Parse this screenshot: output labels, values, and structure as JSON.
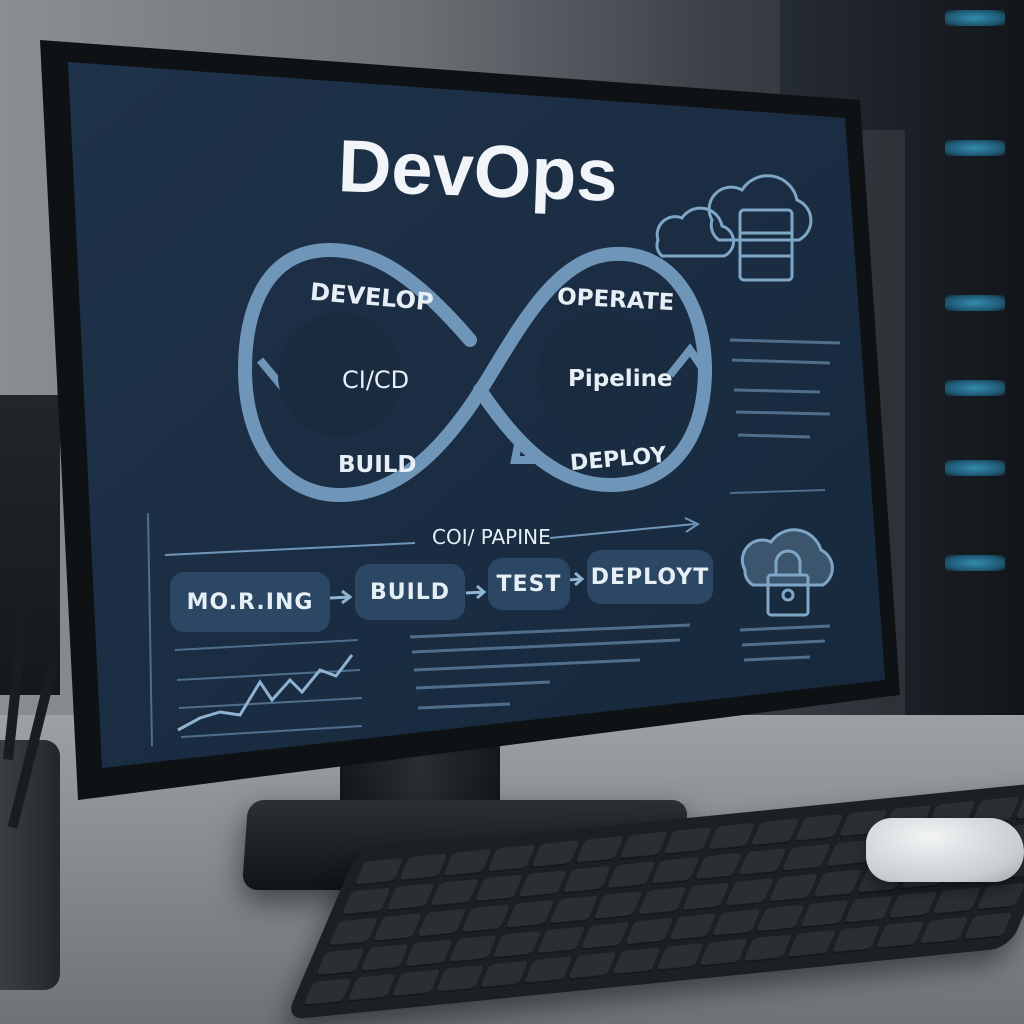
{
  "screen": {
    "title": "DevOps",
    "loop": {
      "develop": "DEVELOP",
      "cicd": "CI/CD",
      "build": "BUILD",
      "operate": "OPERATE",
      "pipeline": "Pipeline",
      "deploy": "DEPLOY"
    },
    "pipeline_title": "COI/ PAPINE",
    "pipeline_steps": [
      "MO.R.ING",
      "BUILD",
      "TEST",
      "DEPLOYT"
    ]
  },
  "colors": {
    "screen_bg": "#1d2f45",
    "accent": "#6f96b8",
    "text": "#e6eef6",
    "pill": "#2b4763"
  },
  "icons": [
    "cloud-icon",
    "cloud-server-icon",
    "cloud-lock-icon",
    "line-chart-icon",
    "arrow-right-icon"
  ]
}
